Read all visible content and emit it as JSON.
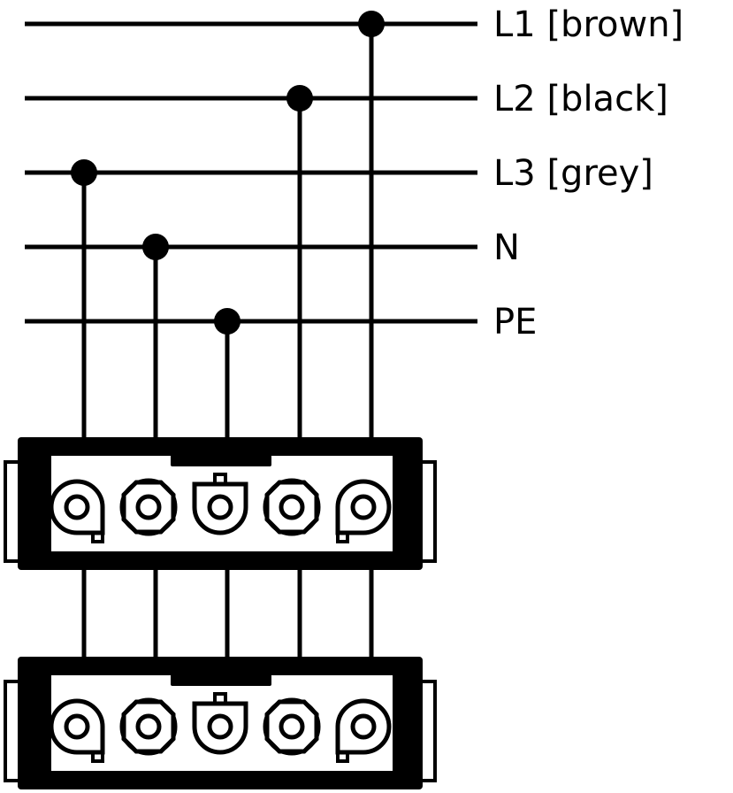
{
  "diagram": {
    "conductors": [
      {
        "id": "L1",
        "label": "L1 [brown]"
      },
      {
        "id": "L2",
        "label": "L2 [black]"
      },
      {
        "id": "L3",
        "label": "L3 [grey]"
      },
      {
        "id": "N",
        "label": "N"
      },
      {
        "id": "PE",
        "label": "PE"
      }
    ],
    "pin_order": [
      "L3",
      "N",
      "PE",
      "L2",
      "L1"
    ],
    "connector_count": 2,
    "colors": {
      "ink": "#000000",
      "background": "#ffffff"
    }
  }
}
